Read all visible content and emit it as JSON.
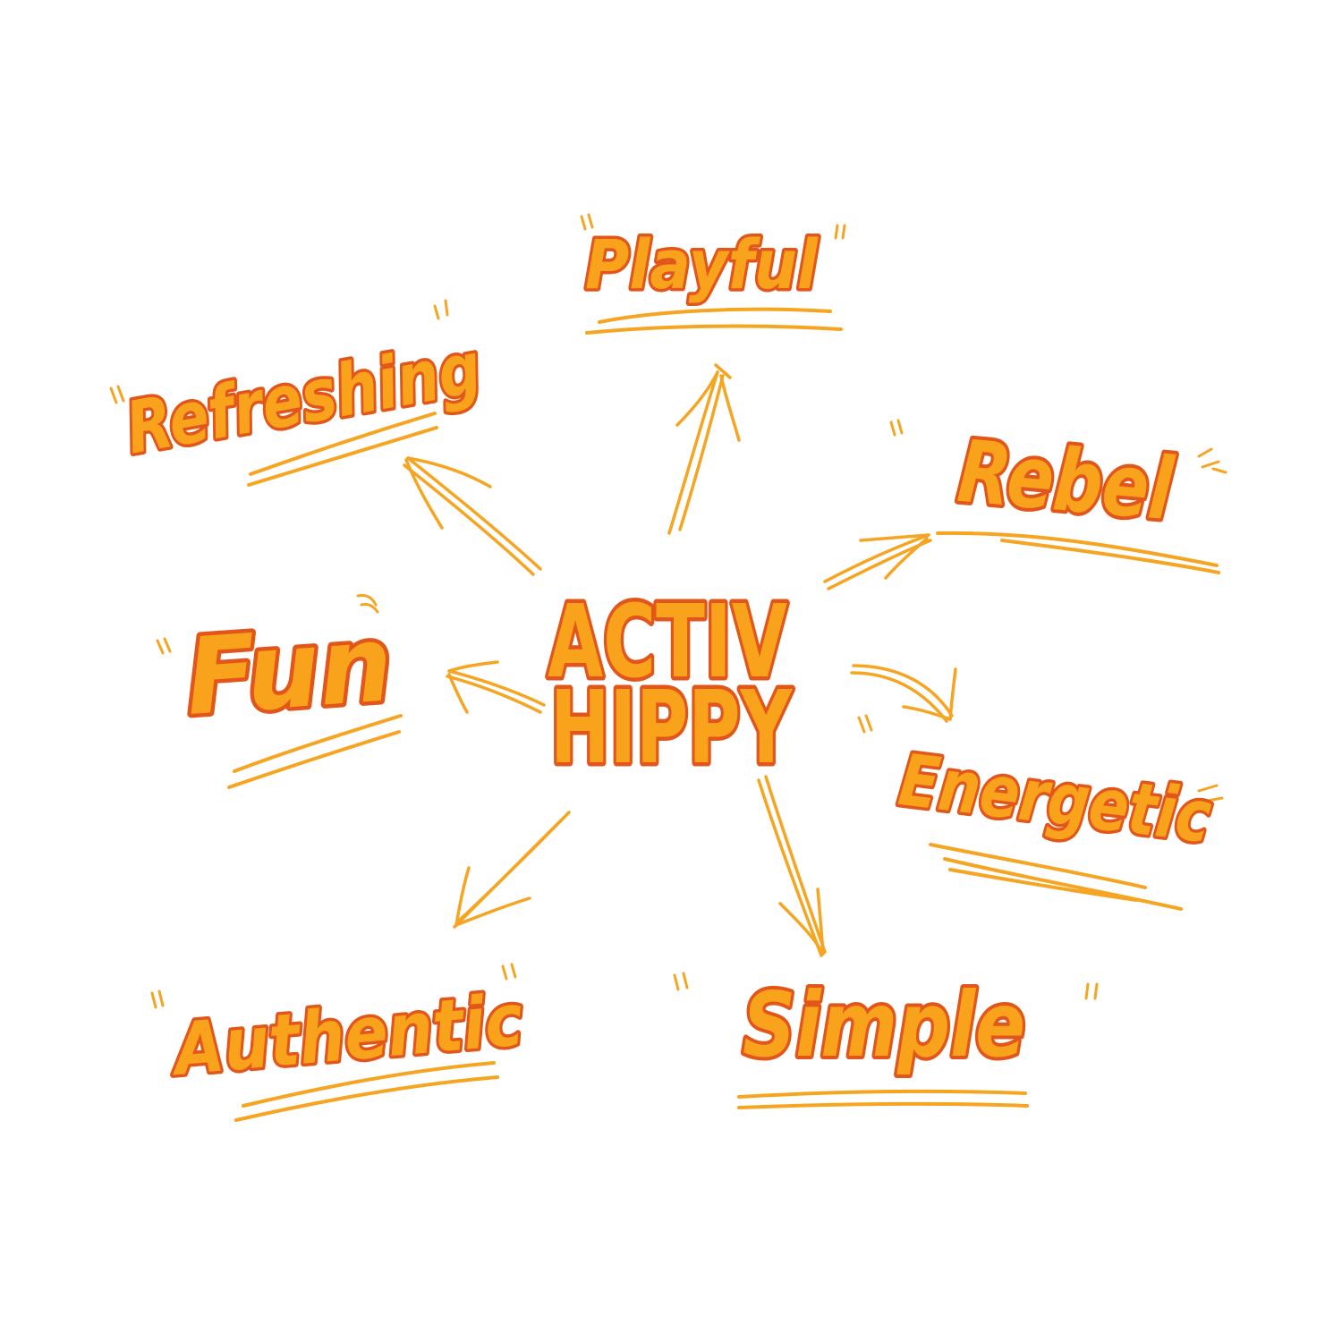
{
  "colors": {
    "background": "#ffffff",
    "fill_orange": "#f9a21b",
    "outline_orange": "#e2561b",
    "line_orange": "#f6a523"
  },
  "center": {
    "line1": "ACTIV",
    "line2": "HIPPY"
  },
  "words": {
    "playful": "Playful",
    "refreshing": "Refreshing",
    "rebel": "Rebel",
    "fun": "Fun",
    "energetic": "Energetic",
    "authentic": "Authentic",
    "simple": "Simple"
  }
}
